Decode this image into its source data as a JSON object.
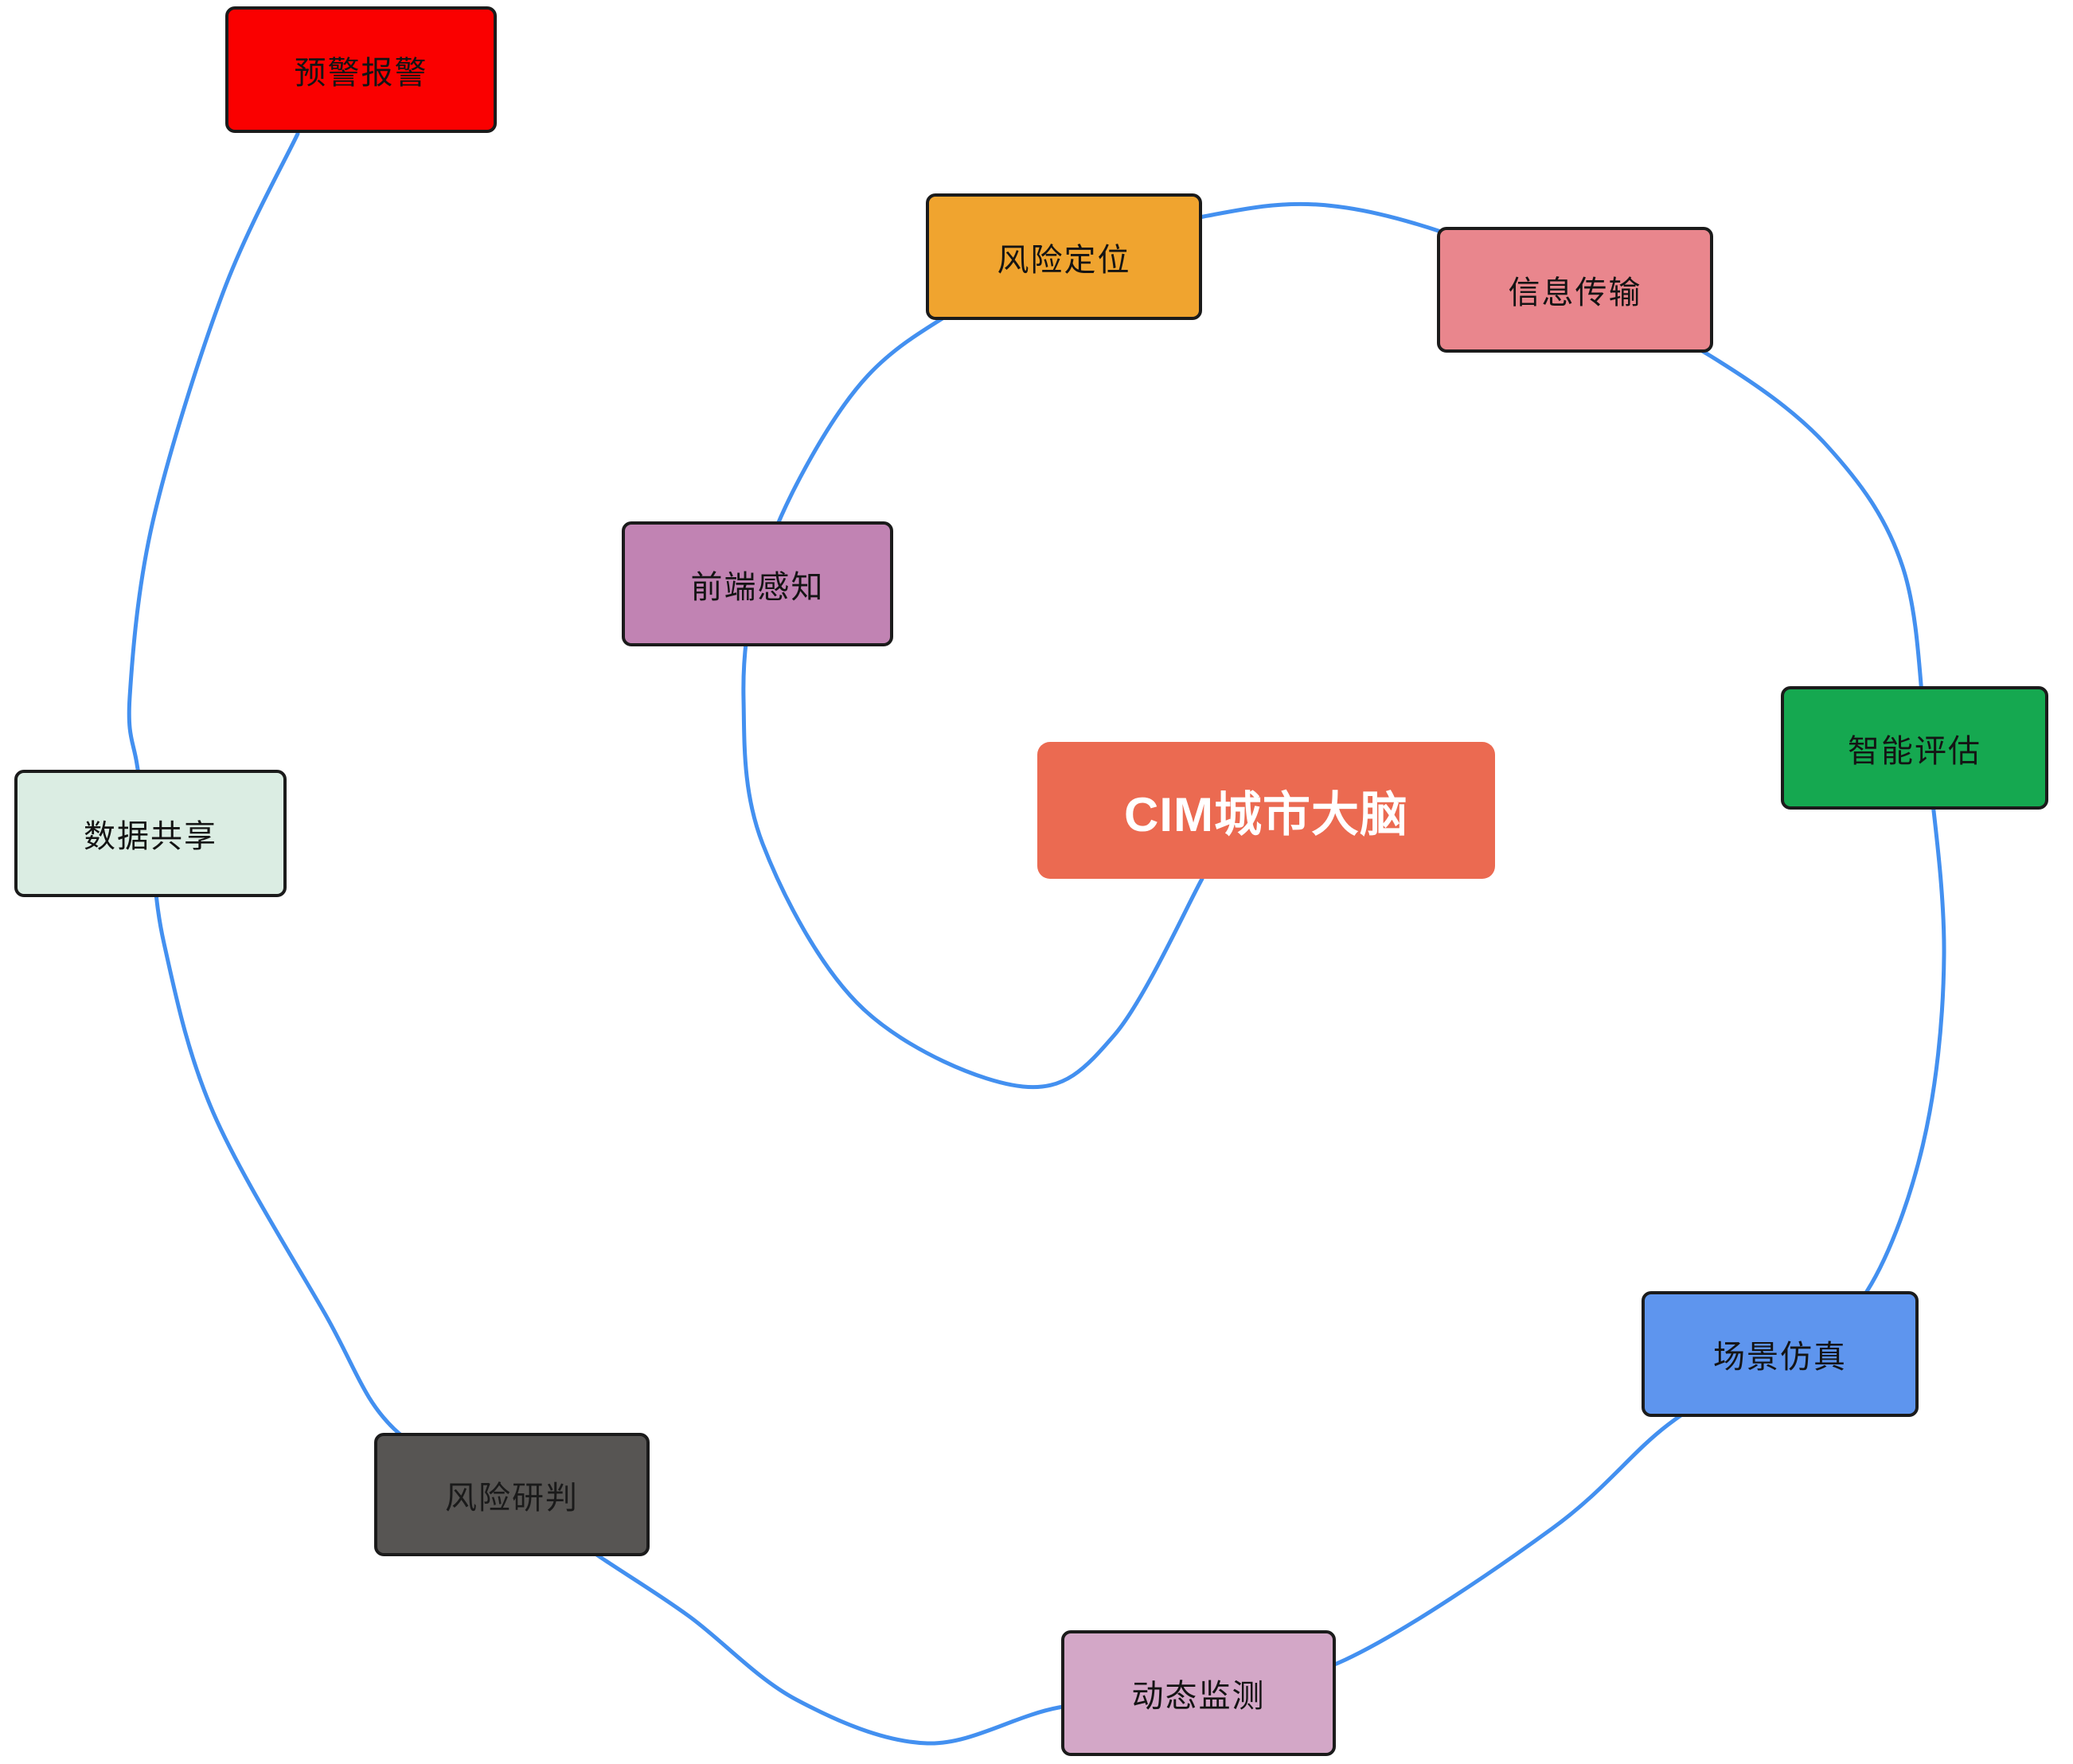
{
  "diagram": {
    "center": {
      "id": "cim-city-brain",
      "label": "CIM城市大脑",
      "color": "#EB6A51",
      "text_color": "#FFFFFF"
    },
    "nodes": [
      {
        "id": "warning-alarm",
        "label": "预警报警",
        "color": "#FA0000",
        "text_color": "#141414"
      },
      {
        "id": "risk-locating",
        "label": "风险定位",
        "color": "#F0A42F",
        "text_color": "#141414"
      },
      {
        "id": "info-transmission",
        "label": "信息传输",
        "color": "#E9868D",
        "text_color": "#141414"
      },
      {
        "id": "front-end-sensing",
        "label": "前端感知",
        "color": "#C183B3",
        "text_color": "#141414"
      },
      {
        "id": "intelligent-assessment",
        "label": "智能评估",
        "color": "#15A850",
        "text_color": "#141414"
      },
      {
        "id": "data-sharing",
        "label": "数据共享",
        "color": "#DBEDE3",
        "text_color": "#141414"
      },
      {
        "id": "scene-simulation",
        "label": "场景仿真",
        "color": "#5E95EE",
        "text_color": "#141414"
      },
      {
        "id": "risk-analysis",
        "label": "风险研判",
        "color": "#575553",
        "text_color": "#1a1a1a"
      },
      {
        "id": "dynamic-monitoring",
        "label": "动态监测",
        "color": "#D3A7C7",
        "text_color": "#141414"
      }
    ],
    "connector": {
      "type": "spiral",
      "color": "#4390F0"
    }
  }
}
